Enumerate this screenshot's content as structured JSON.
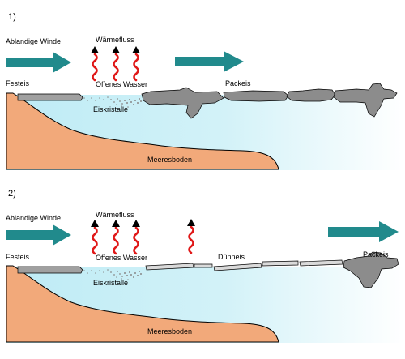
{
  "panels": [
    {
      "number": "1)",
      "winds_label": "Ablandige Winde",
      "heat_flux_label": "Wärmefluss",
      "fast_ice_label": "Festeis",
      "open_water_label": "Offenes Wasser",
      "ice_crystals_label": "Eiskristalle",
      "pack_ice_label": "Packeis",
      "seafloor_label": "Meeresboden"
    },
    {
      "number": "2)",
      "winds_label": "Ablandige Winde",
      "heat_flux_label": "Wärmefluss",
      "fast_ice_label": "Festeis",
      "open_water_label": "Offenes Wasser",
      "ice_crystals_label": "Eiskristalle",
      "thin_ice_label": "Dünneis",
      "pack_ice_label": "Packeis",
      "seafloor_label": "Meeresboden"
    }
  ],
  "colors": {
    "seafloor": "#f2a97a",
    "water_top": "#bdebf5",
    "water_fade": "#ffffff",
    "fast_ice": "#a0a0a0",
    "pack_ice": "#8c8c8c",
    "thin_ice": "#dadada",
    "wind_arrow": "#218a8c",
    "heat_wave": "#e01818",
    "heat_arrowhead": "#000000",
    "crystals": "#8a8a8a"
  }
}
